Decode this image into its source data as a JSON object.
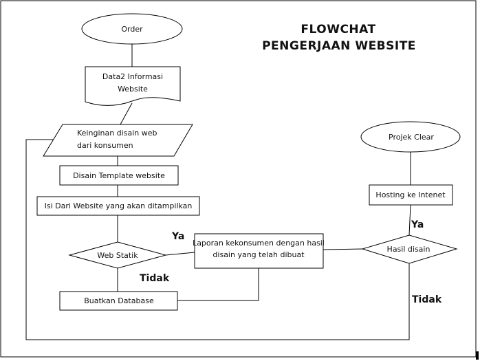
{
  "title": {
    "line1": "FLOWCHAT",
    "line2": "PENGERJAAN WEBSITE"
  },
  "nodes": {
    "order": "Order",
    "data_info_1": "Data2 Informasi",
    "data_info_2": "Website",
    "keinginan_1": "Keinginan disain web",
    "keinginan_2": "dari konsumen",
    "disain_template": "Disain Template website",
    "isi_website": "Isi Dari Website yang akan ditampilkan",
    "web_statik": "Web Statik",
    "buatkan_database": "Buatkan Database",
    "laporan_1": "Laporan kekonsumen dengan hasil",
    "laporan_2": "disain yang telah dibuat",
    "hasil_disain": "Hasil disain",
    "hosting": "Hosting ke Intenet",
    "projek_clear": "Projek Clear"
  },
  "edges": {
    "ya_web_statik": "Ya",
    "tidak_web_statik": "Tidak",
    "ya_hasil_disain": "Ya",
    "tidak_hasil_disain": "Tidak"
  }
}
